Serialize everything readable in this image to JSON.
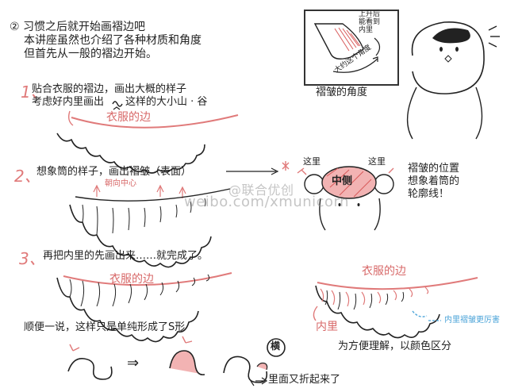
{
  "intro": {
    "marker": "②",
    "line1": "习惯之后就开始画褶边吧",
    "line2": "本讲座虽然也介绍了各种材质和角度",
    "line3": "但首先从一般的褶边开始。"
  },
  "angle_box": {
    "label_top": "上升后\n能看到\n内里",
    "label_diag": "大约这个角度",
    "caption": "褶皱的角度"
  },
  "step1": {
    "num": "1、",
    "line1": "贴合衣服的褶边，画出大概的样子",
    "line2_a": "考虑好内里画出",
    "line2_b": "这样的大小山 · 谷",
    "curve_label": "衣服的边"
  },
  "step2": {
    "num": "2、",
    "text": "想象筒的样子，画出褶皱（表面）",
    "center_label": "朝向中心",
    "tube_left": "这里",
    "tube_right": "这里",
    "tube_center": "中侧",
    "note_line1": "褶皱的位置",
    "note_line2": "想象着筒的",
    "note_line3": "轮廓线！"
  },
  "watermark": {
    "line1": "@联合优创",
    "line2": "weibo.com/xmunicorn"
  },
  "step3": {
    "num": "3、",
    "text": "再把内里的先画出来……就完成了。",
    "curve_label_left": "衣服的边",
    "curve_label_right": "衣服的边",
    "inner_label": "内里",
    "inner_note": "内里褶皱更厉害"
  },
  "footer": {
    "note_s": "顺便一说，这样只是单纯形成了S形",
    "arrow": "⇒",
    "badge": "横",
    "fold_note": "里面又折起来了",
    "color_note": "为方便理解，以颜色区分"
  },
  "colors": {
    "accent_red": "#e07a7a",
    "fill_pink": "#f2b3b3",
    "hatch_red": "#d85a5a",
    "inner_blue": "#4aa3d8",
    "ink": "#222222"
  }
}
